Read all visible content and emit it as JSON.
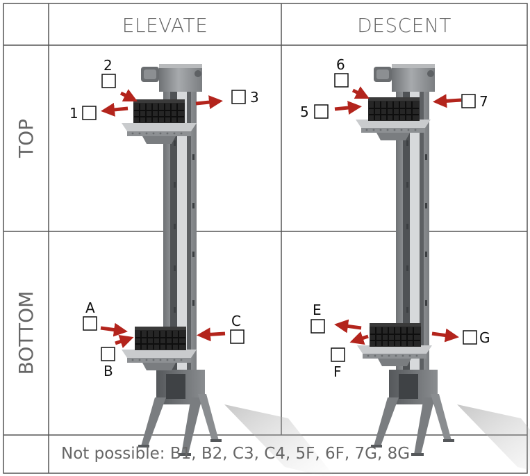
{
  "columns": {
    "elevate": "ELEVATE",
    "descent": "DESCENT"
  },
  "rows": {
    "top": "TOP",
    "bottom": "BOTTOM"
  },
  "options": {
    "elevate_top": [
      "1",
      "2",
      "3"
    ],
    "descent_top": [
      "5",
      "6",
      "7"
    ],
    "elevate_bottom": [
      "A",
      "B",
      "C"
    ],
    "descent_bottom": [
      "E",
      "F",
      "G"
    ]
  },
  "note": "Not possible: B1, B2, C3, C4, 5F, 6F, 7G, 8G",
  "colors": {
    "arrow": "#b3241c",
    "frame": "#8b8e91",
    "grid": "#555555",
    "text": "#666666"
  }
}
